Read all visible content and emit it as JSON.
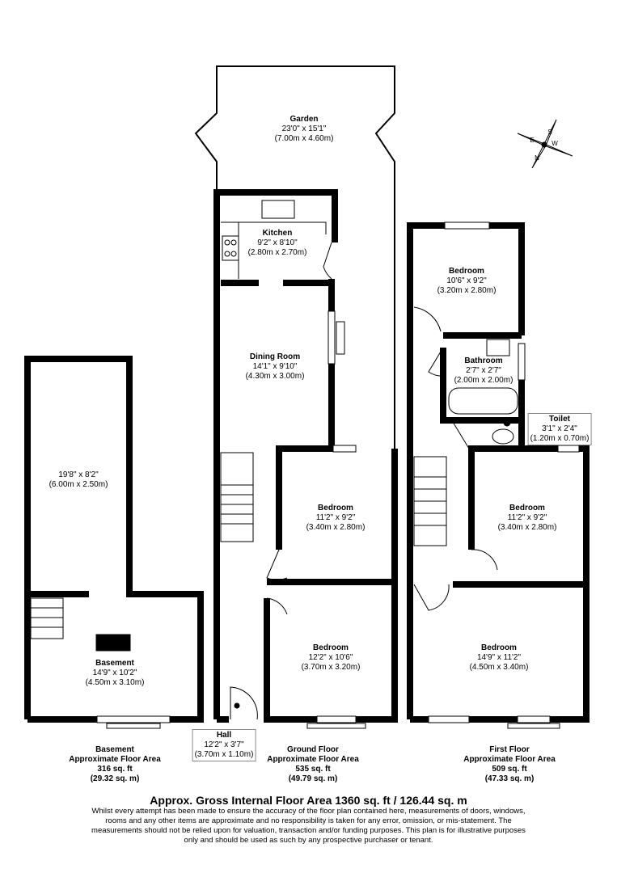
{
  "rooms": {
    "garden": {
      "name": "Garden",
      "imperial": "23'0\" x 15'1\"",
      "metric": "(7.00m x 4.60m)"
    },
    "kitchen": {
      "name": "Kitchen",
      "imperial": "9'2\" x 8'10\"",
      "metric": "(2.80m x 2.70m)"
    },
    "dining": {
      "name": "Dining Room",
      "imperial": "14'1\" x 9'10\"",
      "metric": "(4.30m x 3.00m)"
    },
    "basement_upper": {
      "imperial": "19'8\" x 8'2\"",
      "metric": "(6.00m x 2.50m)"
    },
    "basement": {
      "name": "Basement",
      "imperial": "14'9\" x 10'2\"",
      "metric": "(4.50m x 3.10m)"
    },
    "gf_bed1": {
      "name": "Bedroom",
      "imperial": "11'2\" x 9'2\"",
      "metric": "(3.40m x 2.80m)"
    },
    "gf_bed2": {
      "name": "Bedroom",
      "imperial": "12'2\" x 10'6\"",
      "metric": "(3.70m x 3.20m)"
    },
    "hall": {
      "name": "Hall",
      "imperial": "12'2\" x 3'7\"",
      "metric": "(3.70m x 1.10m)"
    },
    "ff_bed1": {
      "name": "Bedroom",
      "imperial": "10'6\" x 9'2\"",
      "metric": "(3.20m x 2.80m)"
    },
    "bathroom": {
      "name": "Bathroom",
      "imperial": "2'7\" x 2'7\"",
      "metric": "(2.00m x 2.00m)"
    },
    "toilet": {
      "name": "Toilet",
      "imperial": "3'1\" x 2'4\"",
      "metric": "(1.20m x 0.70m)"
    },
    "ff_bed2": {
      "name": "Bedroom",
      "imperial": "11'2\" x 9'2\"",
      "metric": "(3.40m x 2.80m)"
    },
    "ff_bed3": {
      "name": "Bedroom",
      "imperial": "14'9\" x 11'2\"",
      "metric": "(4.50m x 3.40m)"
    }
  },
  "floors": [
    {
      "name": "Basement",
      "label": "Approximate Floor Area",
      "sqft": "316 sq. ft",
      "sqm": "(29.32 sq. m)"
    },
    {
      "name": "Ground Floor",
      "label": "Approximate Floor Area",
      "sqft": "535 sq. ft",
      "sqm": "(49.79 sq. m)"
    },
    {
      "name": "First Floor",
      "label": "Approximate Floor Area",
      "sqft": "509 sq. ft",
      "sqm": "(47.33 sq. m)"
    }
  ],
  "compass": {
    "n": "N",
    "s": "S",
    "e": "E",
    "w": "W"
  },
  "gross": "Approx. Gross Internal Floor Area 1360 sq. ft / 126.44 sq. m",
  "disclaimer": "Whilst every attempt has been made to ensure the accuracy of the floor plan contained here, measurements of doors, windows, rooms and any other items are approximate and no responsibility is taken for any error, omission, or mis-statement. The measurements should not be relied upon for valuation, transaction and/or funding purposes. This plan is for illustrative purposes only and should be used as such by any prospective purchaser or tenant."
}
